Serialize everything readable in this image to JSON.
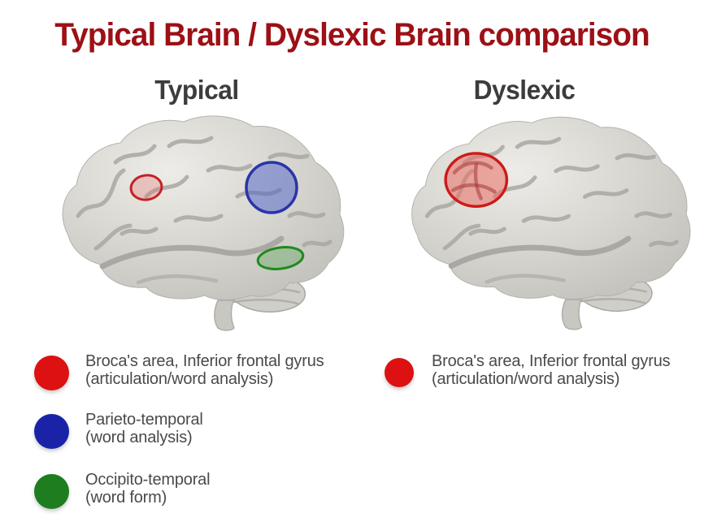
{
  "title": "Typical Brain / Dyslexic Brain comparison",
  "colors": {
    "title": "#9c1016",
    "heading": "#3c3c3c",
    "legend_text": "#4a4a4a"
  },
  "columns": [
    {
      "label": "Typical",
      "brain_regions": [
        "red",
        "blue",
        "green"
      ],
      "legend": [
        {
          "color": "#dd1111",
          "line1": "Broca's area, Inferior frontal gyrus",
          "line2": "(articulation/word analysis)"
        },
        {
          "color": "#1a23a8",
          "line1": "Parieto-temporal",
          "line2": "(word analysis)"
        },
        {
          "color": "#1e7d1e",
          "line1": "Occipito-temporal",
          "line2": "(word form)"
        }
      ]
    },
    {
      "label": "Dyslexic",
      "brain_regions": [
        "red"
      ],
      "legend": [
        {
          "color": "#dd1111",
          "line1": "Broca's area, Inferior frontal gyrus",
          "line2": "(articulation/word analysis)"
        }
      ]
    }
  ]
}
